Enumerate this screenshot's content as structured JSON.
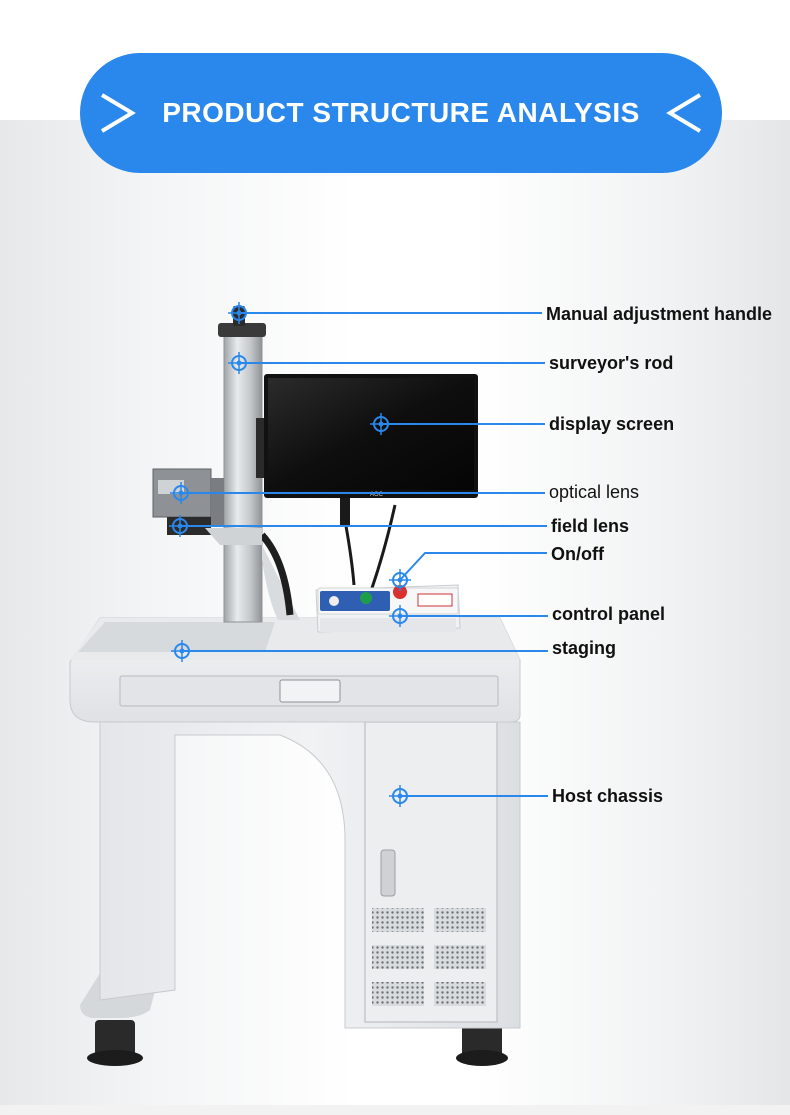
{
  "banner": {
    "title": "PRODUCT STRUCTURE ANALYSIS",
    "color": "#2a88ec"
  },
  "accent_color": "#2a88ec",
  "icons": {
    "left": "chevron-right-icon",
    "right": "chevron-left-icon",
    "marker": "crosshair-target-icon"
  },
  "monitor_brand": "AOC",
  "callouts": [
    {
      "id": "manual-adjustment-handle",
      "label": "Manual adjustment handle"
    },
    {
      "id": "surveyors-rod",
      "label": "surveyor's rod"
    },
    {
      "id": "display-screen",
      "label": "display screen"
    },
    {
      "id": "optical-lens",
      "label": "optical lens"
    },
    {
      "id": "field-lens",
      "label": "field lens"
    },
    {
      "id": "on-off",
      "label": "On/off"
    },
    {
      "id": "control-panel",
      "label": "control panel"
    },
    {
      "id": "staging",
      "label": "staging"
    },
    {
      "id": "host-chassis",
      "label": "Host chassis"
    }
  ]
}
